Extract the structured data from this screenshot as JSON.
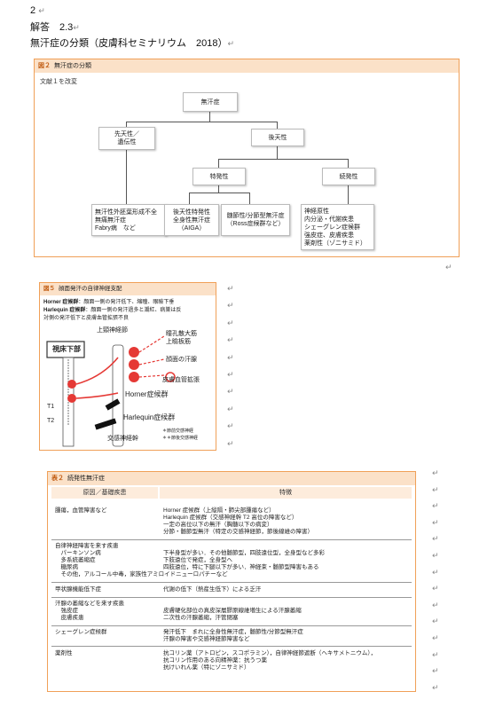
{
  "header": {
    "line1": "2",
    "line2": "解答　2.3",
    "line3": "無汗症の分類（皮膚科セミナリウム　2018）"
  },
  "return_mark": "↵",
  "figure2": {
    "tag": "図２",
    "title": "無汗症の分類",
    "source": "文献１を改変",
    "root": "無汗症",
    "congenital": [
      "先天性／",
      "遺伝性"
    ],
    "acquired": "後天性",
    "idiopathic": "特発性",
    "secondary": "続発性",
    "leaf_congenital": [
      "無汗性外胚葉形成不全",
      "無痛無汗症",
      "Fabry病　など"
    ],
    "leaf_aiga": [
      "後天性特発性",
      "全身性無汗症",
      "（AIGA）"
    ],
    "leaf_segmental": [
      "髄節性/分節型無汗症",
      "（Ross症候群など）"
    ],
    "leaf_secondary": [
      "神経原性",
      "内分泌・代謝疾患",
      "シェーグレン症候群",
      "強皮症、皮膚疾患",
      "薬剤性（ゾニサミド）"
    ]
  },
  "figure5": {
    "tag": "図５",
    "title": "顔面発汗の自律神経支配",
    "desc1_bold": "Horner 症候群",
    "desc1": "：顔面一側の発汗低下、縮瞳、眼瞼下垂",
    "desc2_bold": "Harlequin 症候群",
    "desc2": "：顔面一側の発汗過多と潮紅、病巣は反",
    "desc3": "対側の発汗低下と皮膚血管拡張不良",
    "upper_ganglion": "上頸神経節",
    "hypothalamus": "視床下部",
    "pupil": [
      "瞳孔散大筋",
      "上瞼板筋"
    ],
    "sweat_gland": "顔面の汗腺",
    "vessel": "皮膚血管拡張",
    "horner": "Horner症候群",
    "harlequin": "Harlequin症候群",
    "t1": "T1",
    "t2": "T2",
    "trunk": "交感神経幹",
    "legend1": "＊節前交感神経",
    "legend2": "＊＊節後交感神経"
  },
  "table2": {
    "tag": "表２",
    "title": "続発性無汗症",
    "col_cause": "原因／基礎疾患",
    "col_feature": "特徴",
    "rows": [
      {
        "cause": [
          "腫瘍，血管障害など"
        ],
        "feature": [
          "Horner 症候群（上縦隔・肺尖部腫瘍など）",
          "Harlequin 症候群（交感神経幹 T2 高位の障害など）",
          "一定の高位以下の無汗（胸髄以下の病変）",
          "分節・髄節型無汗（特定の交感神経節，節後線維の障害）"
        ]
      },
      {
        "cause": [
          "自律神経障害を来す疾患",
          "　パーキンソン病",
          "　多系統萎縮症",
          "　糖尿病",
          "　その他，アルコール中毒，家族性アミロイドニューロパチーなど"
        ],
        "feature": [
          "",
          "下半身型が多い．その他髄節型，四肢遠位型，全身型など多彩",
          "下肢遠位で発症，全身型へ",
          "四肢遠位，特に下腿以下が多い．神経束・髄節型障害もある",
          ""
        ]
      },
      {
        "cause": [
          "甲状腺機能低下症"
        ],
        "feature": [
          "代謝の低下（熱産生低下）による乏汗"
        ]
      },
      {
        "cause": [
          "汗腺の萎縮などを来す疾患",
          "　強皮症",
          "　皮膚疾患"
        ],
        "feature": [
          "",
          "皮膚硬化部位の真皮深層膠原線維増生による汗腺萎縮",
          "二次性の汗腺萎縮，汗管閉塞"
        ]
      },
      {
        "cause": [
          "シェーグレン症候群"
        ],
        "feature": [
          "発汗低下　まれに全身性無汗症，髄節性/分節型無汗症",
          "汗腺の障害や交感神経節障害など"
        ]
      },
      {
        "cause": [
          "薬剤性"
        ],
        "feature": [
          "抗コリン薬（アトロピン，スコポラミン），自律神経節遮断（ヘキサメトニウム），",
          "抗コリン作用のある向精神薬：抗うつ薬",
          "抗けいれん薬（特にゾニサミド）"
        ]
      }
    ]
  },
  "colors": {
    "accent_orange": "#f0a058",
    "header_fill": "#fbe1c8",
    "tag_text": "#c05a10",
    "nerve_red": "#e53935"
  }
}
